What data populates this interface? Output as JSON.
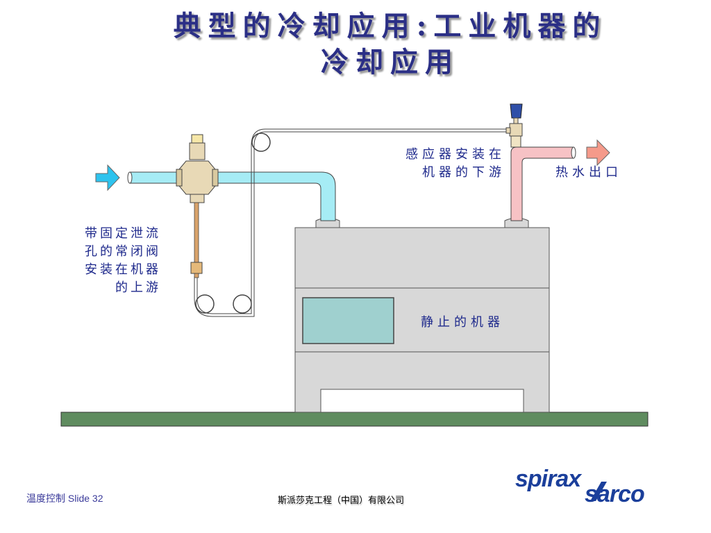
{
  "title": "典型的冷却应用:工业机器的\n冷却应用",
  "labels": {
    "sensor": "感应器安装在\n机器的下游",
    "hot_water": "热水出口",
    "valve": "带固定泄流\n孔的常闭阀\n安装在机器\n的上游",
    "machine": "静止的机器"
  },
  "footer": {
    "left": "温度控制 Slide   32",
    "center": "斯派莎克工程（中国）有限公司"
  },
  "logo": {
    "line1": "spirax",
    "line2": "sarco"
  },
  "colors": {
    "title": "#2b2f86",
    "cold_pipe": "#a6ecf5",
    "hot_pipe": "#f7c2c5",
    "inlet_arrow": "#2ec3ee",
    "outlet_arrow": "#f59a8a",
    "machine_body": "#d8d8d8",
    "machine_window": "#9fd0cf",
    "ground": "#5f8c5f",
    "valve_body": "#e8d9b6",
    "sensor_cap": "#2f4fa8",
    "logo": "#1b3f9b"
  }
}
